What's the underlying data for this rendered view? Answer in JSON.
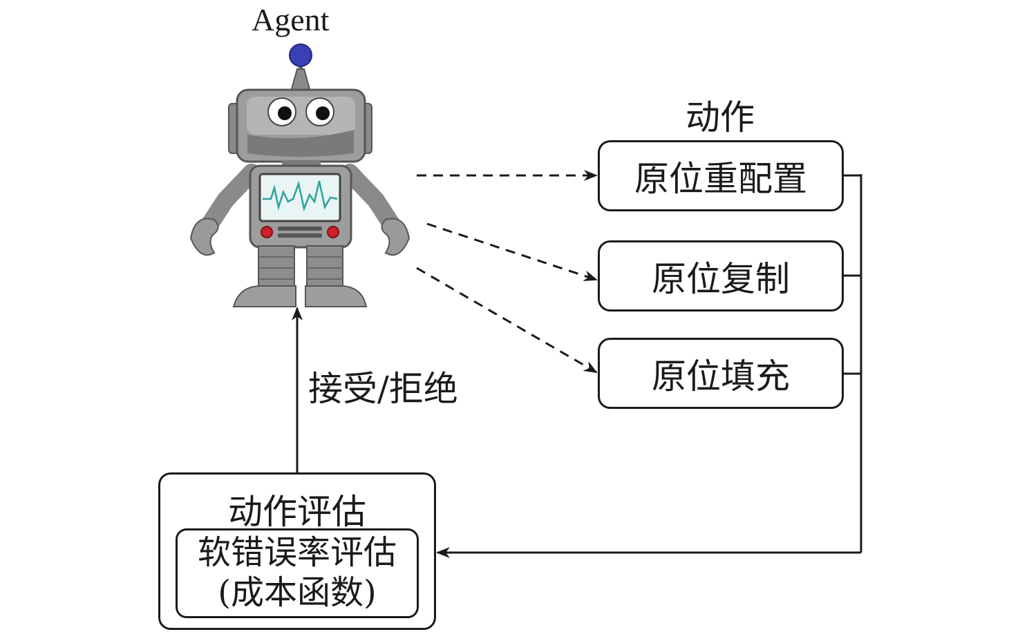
{
  "agent": {
    "label": "Agent",
    "icon": "robot-icon",
    "colors": {
      "antenna_ball": "#3b3fb5",
      "body": "#9a9a9a",
      "body_dark": "#6e6e6e",
      "screen": "#e9f4f4",
      "wave": "#2aa39a",
      "buttons": "#d0202a"
    }
  },
  "actions": {
    "title": "动作",
    "items": [
      {
        "label": "原位重配置"
      },
      {
        "label": "原位复制"
      },
      {
        "label": "原位填充"
      }
    ]
  },
  "feedback": {
    "label": "接受/拒绝"
  },
  "evaluation": {
    "title": "动作评估",
    "inner_line1": "软错误率评估",
    "inner_line2": "(成本函数)"
  },
  "colors": {
    "stroke": "#1a1a1a",
    "background": "#ffffff"
  }
}
